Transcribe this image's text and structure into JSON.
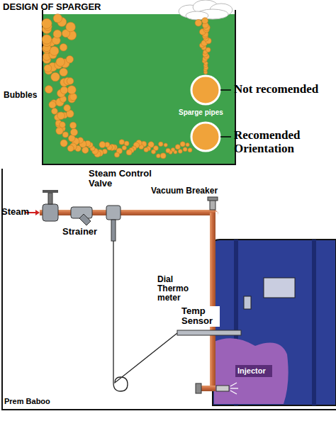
{
  "diagram": {
    "title": "DESIGN OF SPARGER",
    "labels": [
      "Bubbles",
      "Not recomended",
      "Sparge pipes",
      "Recomended Orientation",
      "Steam Control Valve",
      "Vacuum Breaker",
      "Steam",
      "Strainer",
      "Dial Thermo meter",
      "Temp Sensor",
      "Injector",
      "Prem Baboo"
    ]
  }
}
